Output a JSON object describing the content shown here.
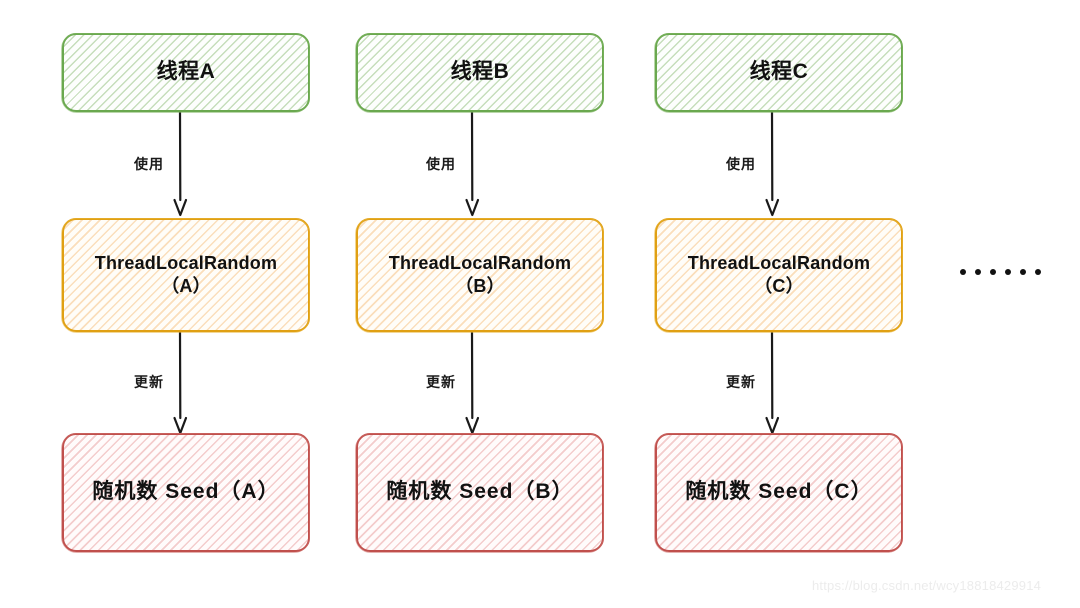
{
  "diagram": {
    "title": "ThreadLocalRandom per-thread seed diagram",
    "colors": {
      "thread_border": "#6aa84f",
      "thread_fill": "#e8f1e0",
      "tlr_border": "#e0a013",
      "tlr_fill": "#fdf0dc",
      "seed_border": "#c0504d",
      "seed_fill": "#f7dede",
      "arrow": "#1a1a1a",
      "text": "#111111",
      "watermark": "#ececec"
    },
    "columns": [
      {
        "id": "a",
        "thread_label": "线程A",
        "tlr_label": "ThreadLocalRandom\n（A）",
        "seed_label": "随机数 Seed（A）",
        "arrow_use_label": "使用",
        "arrow_update_label": "更新"
      },
      {
        "id": "b",
        "thread_label": "线程B",
        "tlr_label": "ThreadLocalRandom\n（B）",
        "seed_label": "随机数 Seed（B）",
        "arrow_use_label": "使用",
        "arrow_update_label": "更新"
      },
      {
        "id": "c",
        "thread_label": "线程C",
        "tlr_label": "ThreadLocalRandom\n（C）",
        "seed_label": "随机数 Seed（C）",
        "arrow_use_label": "使用",
        "arrow_update_label": "更新"
      }
    ],
    "ellipsis": {
      "name": "more-columns-ellipsis",
      "dot_count": 6
    },
    "watermark": {
      "text": "https://blog.csdn.net/wcy18818429914"
    }
  }
}
